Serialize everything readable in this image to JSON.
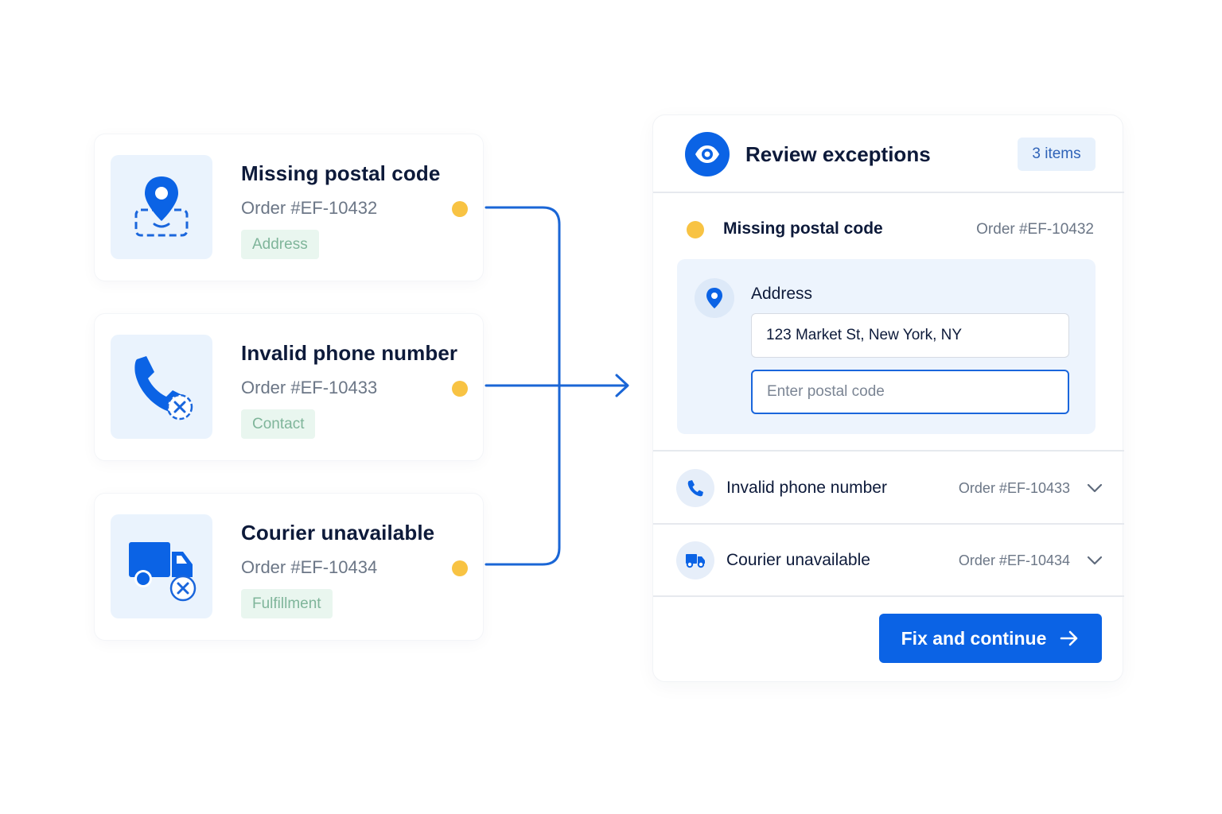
{
  "exceptions": [
    {
      "title": "Missing postal code",
      "order": "Order #EF-10432",
      "tag": "Address",
      "icon": "location-pin-icon"
    },
    {
      "title": "Invalid phone number",
      "order": "Order #EF-10433",
      "tag": "Contact",
      "icon": "phone-error-icon"
    },
    {
      "title": "Courier unavailable",
      "order": "Order #EF-10434",
      "tag": "Fulfillment",
      "icon": "truck-error-icon"
    }
  ],
  "panel": {
    "title": "Review exceptions",
    "count": "3 items",
    "active": {
      "title": "Missing postal code",
      "order": "Order #EF-10432",
      "field_label": "Address",
      "street_value": "123 Market St, New York, NY",
      "postal_placeholder": "Enter postal code"
    },
    "rows": [
      {
        "title": "Invalid phone number",
        "order": "Order #EF-10433"
      },
      {
        "title": "Courier unavailable",
        "order": "Order #EF-10434"
      }
    ],
    "cta_label": "Fix and continue"
  },
  "colors": {
    "accent": "#0b63e5",
    "warning_dot": "#f8c343",
    "tag_bg": "#e9f6ef",
    "tag_text": "#7fb59a",
    "tile_bg": "#eaf3fd"
  }
}
